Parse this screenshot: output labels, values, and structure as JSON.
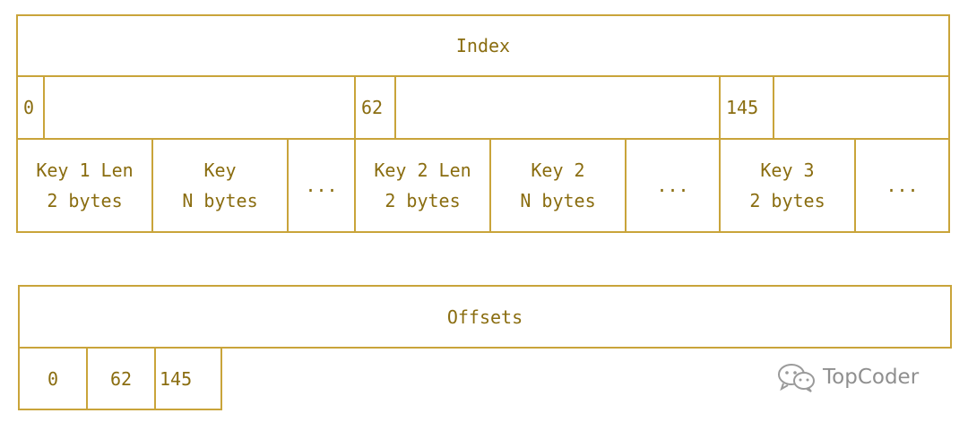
{
  "index_block": {
    "title": "Index",
    "offset_labels": [
      "0",
      "62",
      "145"
    ],
    "entries": [
      {
        "line1": "Key 1 Len",
        "line2": "2 bytes"
      },
      {
        "line1": "Key",
        "line2": "N bytes"
      },
      {
        "line1": "..."
      },
      {
        "line1": "Key 2 Len",
        "line2": "2 bytes"
      },
      {
        "line1": "Key 2",
        "line2": "N bytes"
      },
      {
        "line1": "..."
      },
      {
        "line1": "Key 3",
        "line2": "2 bytes"
      },
      {
        "line1": "..."
      }
    ]
  },
  "offsets_block": {
    "title": "Offsets",
    "values": [
      "0",
      "62",
      "145"
    ]
  },
  "watermark": {
    "text": "TopCoder",
    "icon": "wechat-icon"
  },
  "colors": {
    "border": "#c9a43a",
    "text": "#8a6d10",
    "watermark": "#8f8f8f"
  }
}
